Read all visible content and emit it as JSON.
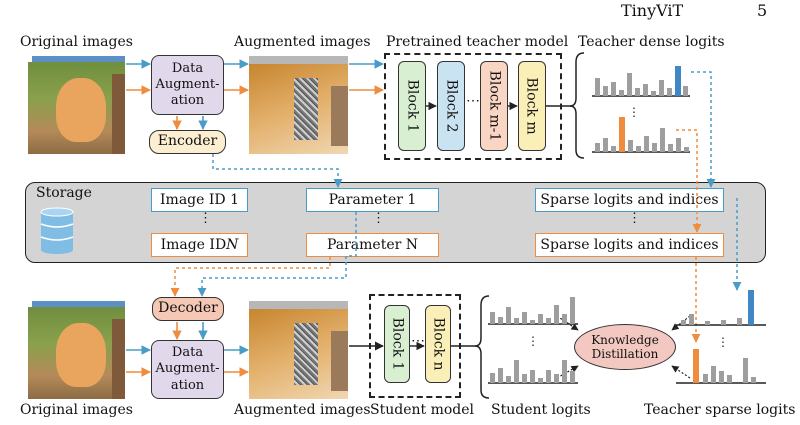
{
  "header": {
    "title": "TinyViT",
    "page_number": "5"
  },
  "top": {
    "original_images_label": "Original images",
    "augmented_images_label": "Augmented images",
    "teacher_model_label": "Pretrained teacher model",
    "teacher_dense_logits_label": "Teacher dense logits",
    "data_augmentation_lines": [
      "Data",
      "Augment-",
      "ation"
    ],
    "encoder_label": "Encoder",
    "blocks": [
      "Block 1",
      "Block 2",
      "Block m-1",
      "Block m"
    ],
    "block_dots": "⋯"
  },
  "storage": {
    "label": "Storage",
    "image_id_1": "Image ID 1",
    "image_id_n": "Image ID N",
    "parameter_1": "Parameter 1",
    "parameter_n": "Parameter N",
    "sparse_1": "Sparse logits and indices",
    "sparse_n": "Sparse logits and indices",
    "vdots": "⋮"
  },
  "bottom": {
    "decoder_label": "Decoder",
    "data_augmentation_lines": [
      "Data",
      "Augment-",
      "ation"
    ],
    "original_images_label": "Original images",
    "augmented_images_label": "Augmented images",
    "student_model_label": "Student model",
    "student_blocks": [
      "Block 1",
      "Block n"
    ],
    "student_logits_label": "Student logits",
    "teacher_sparse_logits_label": "Teacher sparse logits",
    "kd_lines": [
      "Knowledge",
      "Distillation"
    ]
  },
  "colors": {
    "blue": "#4a9cc8",
    "orange": "#ef8c3e",
    "gray_bar": "#9e9e9e",
    "block_green": "#d9efd2",
    "block_blue": "#c9e3f3",
    "block_orange": "#f8d6c3",
    "block_yellow": "#fbefb8"
  }
}
